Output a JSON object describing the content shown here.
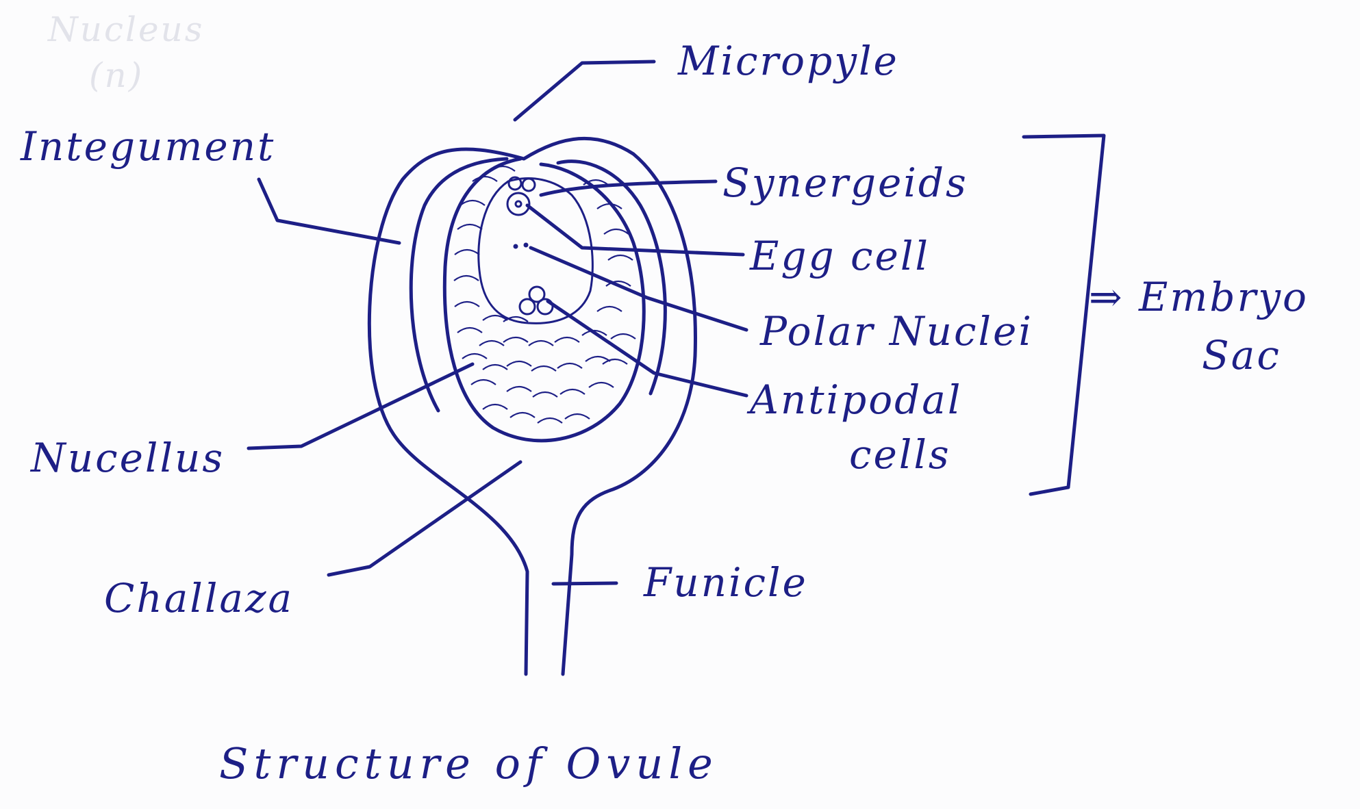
{
  "faint_text": [
    "Nucleus",
    "(n)"
  ],
  "labels": {
    "micropyle": "Micropyle",
    "integument": "Integument",
    "synergeids": "Synergeids",
    "egg_cell": "Egg cell",
    "polar_nuclei": "Polar Nuclei",
    "antipodal_cells": [
      "Antipodal",
      "cells"
    ],
    "embryo_sac": [
      "⇒ Embryo",
      "Sac"
    ],
    "nucellus": "Nucellus",
    "challaza": "Challaza",
    "funicle": "Funicle"
  },
  "title": "Structure of Ovule",
  "colors": {
    "ink": "#1d1f86",
    "paper": "#fcfcfd"
  }
}
